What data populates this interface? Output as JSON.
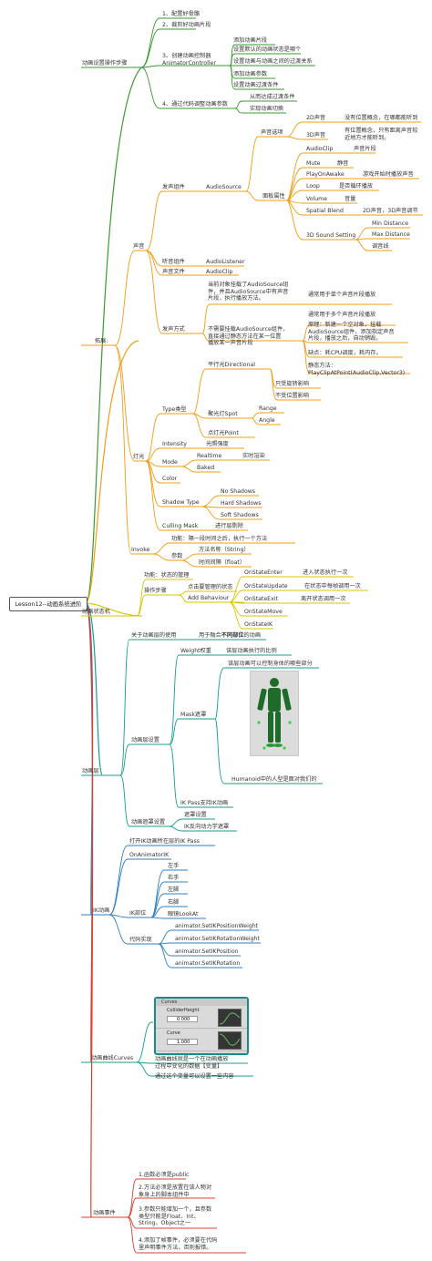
{
  "root": "Lesson12--动画系统进阶",
  "colors": {
    "green": "#3a9a2f",
    "orange": "#f39c12",
    "yellow": "#d8c600",
    "teal": "#179e8a",
    "blue": "#2e7fc8",
    "red": "#d9402f"
  },
  "b1": {
    "title": "动画设置操作步骤",
    "step1": "1、配置好骨骼",
    "step2": "2、裁剪好动画片段",
    "step3_a": "3、创建动画控制器",
    "step3_b": "AnimatorController",
    "s3c1": "添加动画片段",
    "s3c2": "设置默认的动画状态是哪个",
    "s3c3": "设置动画与动画之间的过渡关系",
    "s3c4": "添加动画参数",
    "s3c5": "设置动画过渡条件",
    "step4": "4、通过代码调整动画参数",
    "s4c1": "从而达成过渡条件",
    "s4c2": "实现动画切换"
  },
  "b2": {
    "title": "拓展:",
    "sound": "声音",
    "emitter": "发声组件",
    "audiosource": "AudioSource",
    "soundopts": "声音选项",
    "s2d": "2D声音",
    "s2d_desc": "没有位置概念，在哪都能听到",
    "s3d": "3D声音",
    "s3d_desc1": "有位置概念，只有距离声音较",
    "s3d_desc2": "近地方才能听到。",
    "props": "面板属性",
    "clip": "AudioClip",
    "clip_desc": "声音片段",
    "mute": "Mute",
    "mute_desc": "静音",
    "poa": "PlayOnAwake",
    "poa_desc": "游戏开始时播放声音",
    "loop": "Loop",
    "loop_desc": "是否循环播放",
    "volume": "Volume",
    "volume_desc": "音量",
    "spatial": "Spatial Blend",
    "spatial_desc": "2D声音，3D声音调节",
    "s3dset": "3D Sound Setting",
    "mind": "Min Distance",
    "maxd": "Max Distance",
    "tune": "调音线",
    "listener_label": "听音组件",
    "listener": "AudioListener",
    "file_label": "声音文件",
    "file": "AudioClip",
    "way": "发声方式",
    "way1_a": "当前对象挂载了AudioSource组",
    "way1_b": "件，并且AudioSource中有声音",
    "way1_c": "片段，执行播放方法。",
    "way1_use": "通常用于单个声音片段播放",
    "way2_a": "不需要挂载AudioSource组件，",
    "way2_b": "直接通过静态方法在某一位置",
    "way2_c": "播放某一声音片段",
    "way2_use": "通常用于多个声音片段播放",
    "pr_a": "原理：新建一个空对象，挂载",
    "pr_b": "AudioSource组件，添加指定声音",
    "pr_c": "片段，播放之后，自动销毁。",
    "cons": "缺点：耗CPU调度，耗内存。",
    "static_a": "静态方法：",
    "static_b": "PlayClipAtPoint(AudioClip,Vector3)",
    "light": "灯光",
    "type": "Type类型",
    "dir": "平行光Directional",
    "dir1": "只受旋转影响",
    "dir2": "不受位置影响",
    "spot": "聚光灯Spot",
    "range": "Range",
    "angle": "Angle",
    "point": "点灯光Point",
    "intensity": "Intensity",
    "intensity_desc": "光照强度",
    "mode": "Mode",
    "realtime": "Realtime",
    "realtime_desc": "实时渲染",
    "baked": "Baked",
    "color": "Color",
    "shadowtype": "Shadow Type",
    "noshadows": "No Shadows",
    "hardshadows": "Hard Shadows",
    "softshadows": "Soft Shadows",
    "culling": "Culling Mask",
    "culling_desc": "进行层剔除",
    "invoke": "Invoke",
    "inv_func": "功能：隔一段时间之后，执行一个方法",
    "inv_param": "参数",
    "inv_p1": "方法名称（String）",
    "inv_p2": "时间间隔（float）"
  },
  "b3": {
    "title": "动画状态机",
    "func": "功能：状态的管理",
    "steps": "操作步骤",
    "step1": "点击要管理的状态",
    "addb": "Add Behaviour",
    "enter": "OnStateEnter",
    "enter_desc": "进入状态执行一次",
    "update": "OnStateUpdate",
    "update_desc": "在状态中每帧调用一次",
    "exit": "OnStateExit",
    "exit_desc": "离开状态调用一次",
    "move": "OnStateMove",
    "ik": "OnStateIK"
  },
  "b4": {
    "title": "动画层",
    "about": "关于动画层的使用",
    "about_pre": "用于融合",
    "about_bold": "不同部位",
    "about_post": "的动画",
    "settings": "动画层设置",
    "weight": "Weight权重",
    "weight_desc": "该层动画执行的比例",
    "mask": "Mask遮罩",
    "mask_desc": "该层动画可以控制身体的哪些部分",
    "humanoid": "Humanoid中的人型是面对我们的",
    "ikpass": "IK Pass支持IK动画",
    "mset": "动画遮罩设置",
    "mset1": "遮罩设置",
    "mset2": "IK反向动力学遮罩"
  },
  "b5": {
    "title": "IK动画",
    "open": "打开IK动画所在层的IK Pass",
    "onik": "OnAnimatorIK",
    "parts": "IK部位",
    "lh": "左手",
    "rh": "右手",
    "lf": "左脚",
    "rf": "右脚",
    "look": "眼镜LookAt",
    "code": "代码实现",
    "c1": "animator.SetIKPositionWeight",
    "c2": "animator.SetIKRotationWeight",
    "c3": "animator.SetIKPosition",
    "c4": "animator.SetIKRotation"
  },
  "b6": {
    "title": "动画曲线Curves",
    "panel_title": "Curves",
    "curve1_name": "ColliderHeight",
    "curve1_val": "0.000",
    "curve2_name": "Curve",
    "curve2_val": "1.000",
    "d1_a": "动画曲线就是一个在动画播放",
    "d1_b": "过程中变化的数据【变量】",
    "d2": "通过这个变量可以设置一些内容"
  },
  "b7": {
    "title": "动画事件",
    "e1": "1.函数必须是public",
    "e2_a": "2.方法必须是放置在该人物对",
    "e2_b": "象身上的脚本组件中",
    "e3_a": "3.参数只能增加一个，且参数",
    "e3_b": "类型只能是Float、Int、",
    "e3_c": "String、Object之一",
    "e4_a": "4.添加了帧事件，必须要在代码",
    "e4_b": "里声明事件方法，否则报错。"
  }
}
